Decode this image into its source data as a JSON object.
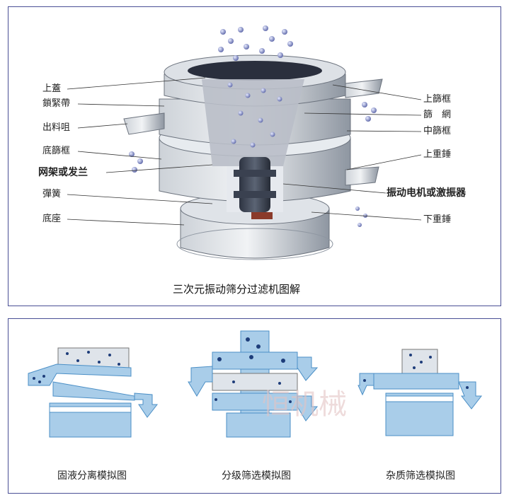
{
  "top": {
    "left_labels": [
      "上蓋",
      "鎖緊帶",
      "出料咀",
      "底篩框",
      "网架或发兰",
      "彈簧",
      "底座"
    ],
    "right_labels": [
      "上篩框",
      "篩　網",
      "中篩框",
      "上重錘",
      "振动电机或激振器",
      "下重錘"
    ],
    "caption": "三次元振动筛分过滤机图解"
  },
  "bottom": {
    "captions": [
      "固液分离模拟图",
      "分级筛选模拟图",
      "杂质筛选模拟图"
    ],
    "watermark": "恒机械"
  },
  "colors": {
    "border": "#4a4f95",
    "machine_body": "#9aa2ad",
    "sim_blue": "#a9cde9",
    "sim_outline": "#4b8fc6",
    "particle": "#4a6fb6"
  }
}
